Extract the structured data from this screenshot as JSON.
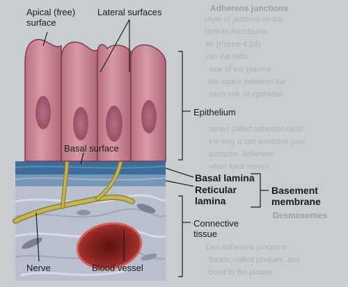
{
  "labels": {
    "apical_surface": "Apical (free)\nsurface",
    "lateral_surfaces": "Lateral surfaces",
    "epithelium": "Epithelium",
    "basal_surface": "Basal surface",
    "basal_lamina": "Basal lamina",
    "reticular_lamina": "Reticular\nlamina",
    "basement_membrane": "Basement\nmembrane",
    "connective_tissue": "Connective\ntissue",
    "nerve": "Nerve",
    "blood_vessel": "Blood vessel"
  },
  "background_page": {
    "heading_1": "Adherens junctions",
    "heading_2": "Desmosomes",
    "fragments": [
      "layer of proteins on the",
      "both to membrane",
      "ter (Figure 4.2d)",
      "join the cells",
      "side of the plasma",
      "the space between the",
      "each cell. In epithelial",
      "zones called adhesion belts",
      "the way a belt encircles your",
      "surfaces. Adherens",
      "when food moves",
      "Like adherens junctions",
      "bands, called plaques, and",
      "bond to the plaque"
    ]
  },
  "colors": {
    "cell_fill": "#c98b97",
    "nucleus": "#a55f74",
    "basal_lamina": "#3f6e9a",
    "reticular_lamina": "#6f92b6",
    "connective": "#b7bccb",
    "nerve": "#b7a64a",
    "vessel": "#9a2f2c",
    "lines": "#1b1b1b"
  }
}
